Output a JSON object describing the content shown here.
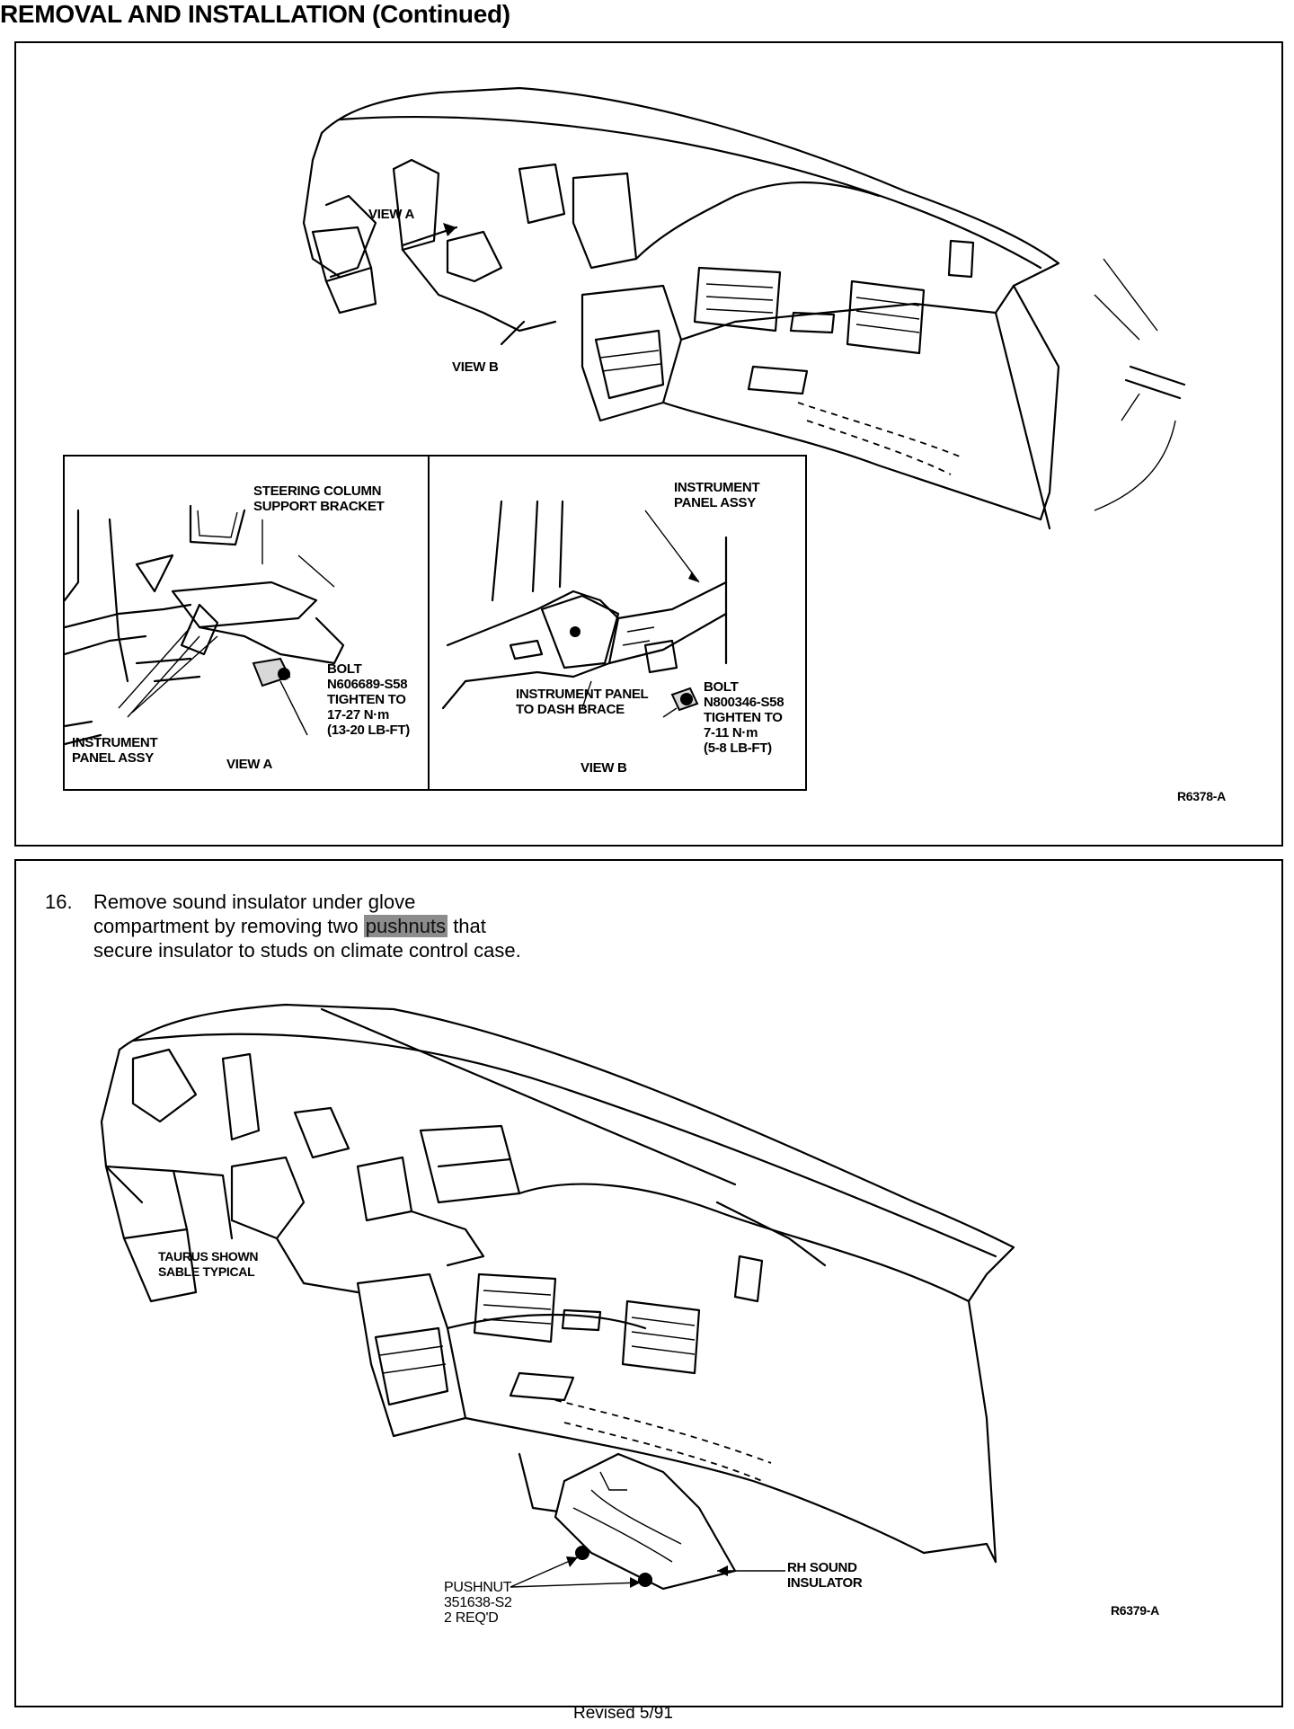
{
  "header": {
    "title": "REMOVAL AND INSTALLATION (Continued)"
  },
  "panel1": {
    "view_a": {
      "steering_label": "STEERING COLUMN\nSUPPORT BRACKET",
      "bolt_label": "BOLT\nN606689-S58\nTIGHTEN TO\n17-27 N·m\n(13-20 LB-FT)",
      "assy_label": "INSTRUMENT\nPANEL ASSY",
      "view_label": "VIEW A"
    },
    "view_b": {
      "assy_label": "INSTRUMENT\nPANEL ASSY",
      "brace_label": "INSTRUMENT PANEL\nTO DASH BRACE",
      "bolt_label": "BOLT\nN800346-S58\nTIGHTEN TO\n7-11 N·m\n(5-8 LB-FT)",
      "view_label": "VIEW B"
    },
    "overview_view_a": "VIEW A",
    "overview_view_b": "VIEW B",
    "figure_code": "R6378-A"
  },
  "panel2": {
    "step_number": "16.",
    "step_line1": "Remove sound insulator under glove",
    "step_line2_pre": "compartment by removing two ",
    "step_line2_highlight": "pushnuts",
    "step_line2_post": " that",
    "step_line3": "secure insulator to studs on climate control case.",
    "model_note": "TAURUS SHOWN\nSABLE TYPICAL",
    "pushnut_label": "PUSHNUT\n351638-S2\n2 REQ'D",
    "insulator_label": "RH SOUND\nINSULATOR",
    "figure_code": "R6379-A"
  },
  "footer": {
    "revised": "Revised 5/91"
  }
}
